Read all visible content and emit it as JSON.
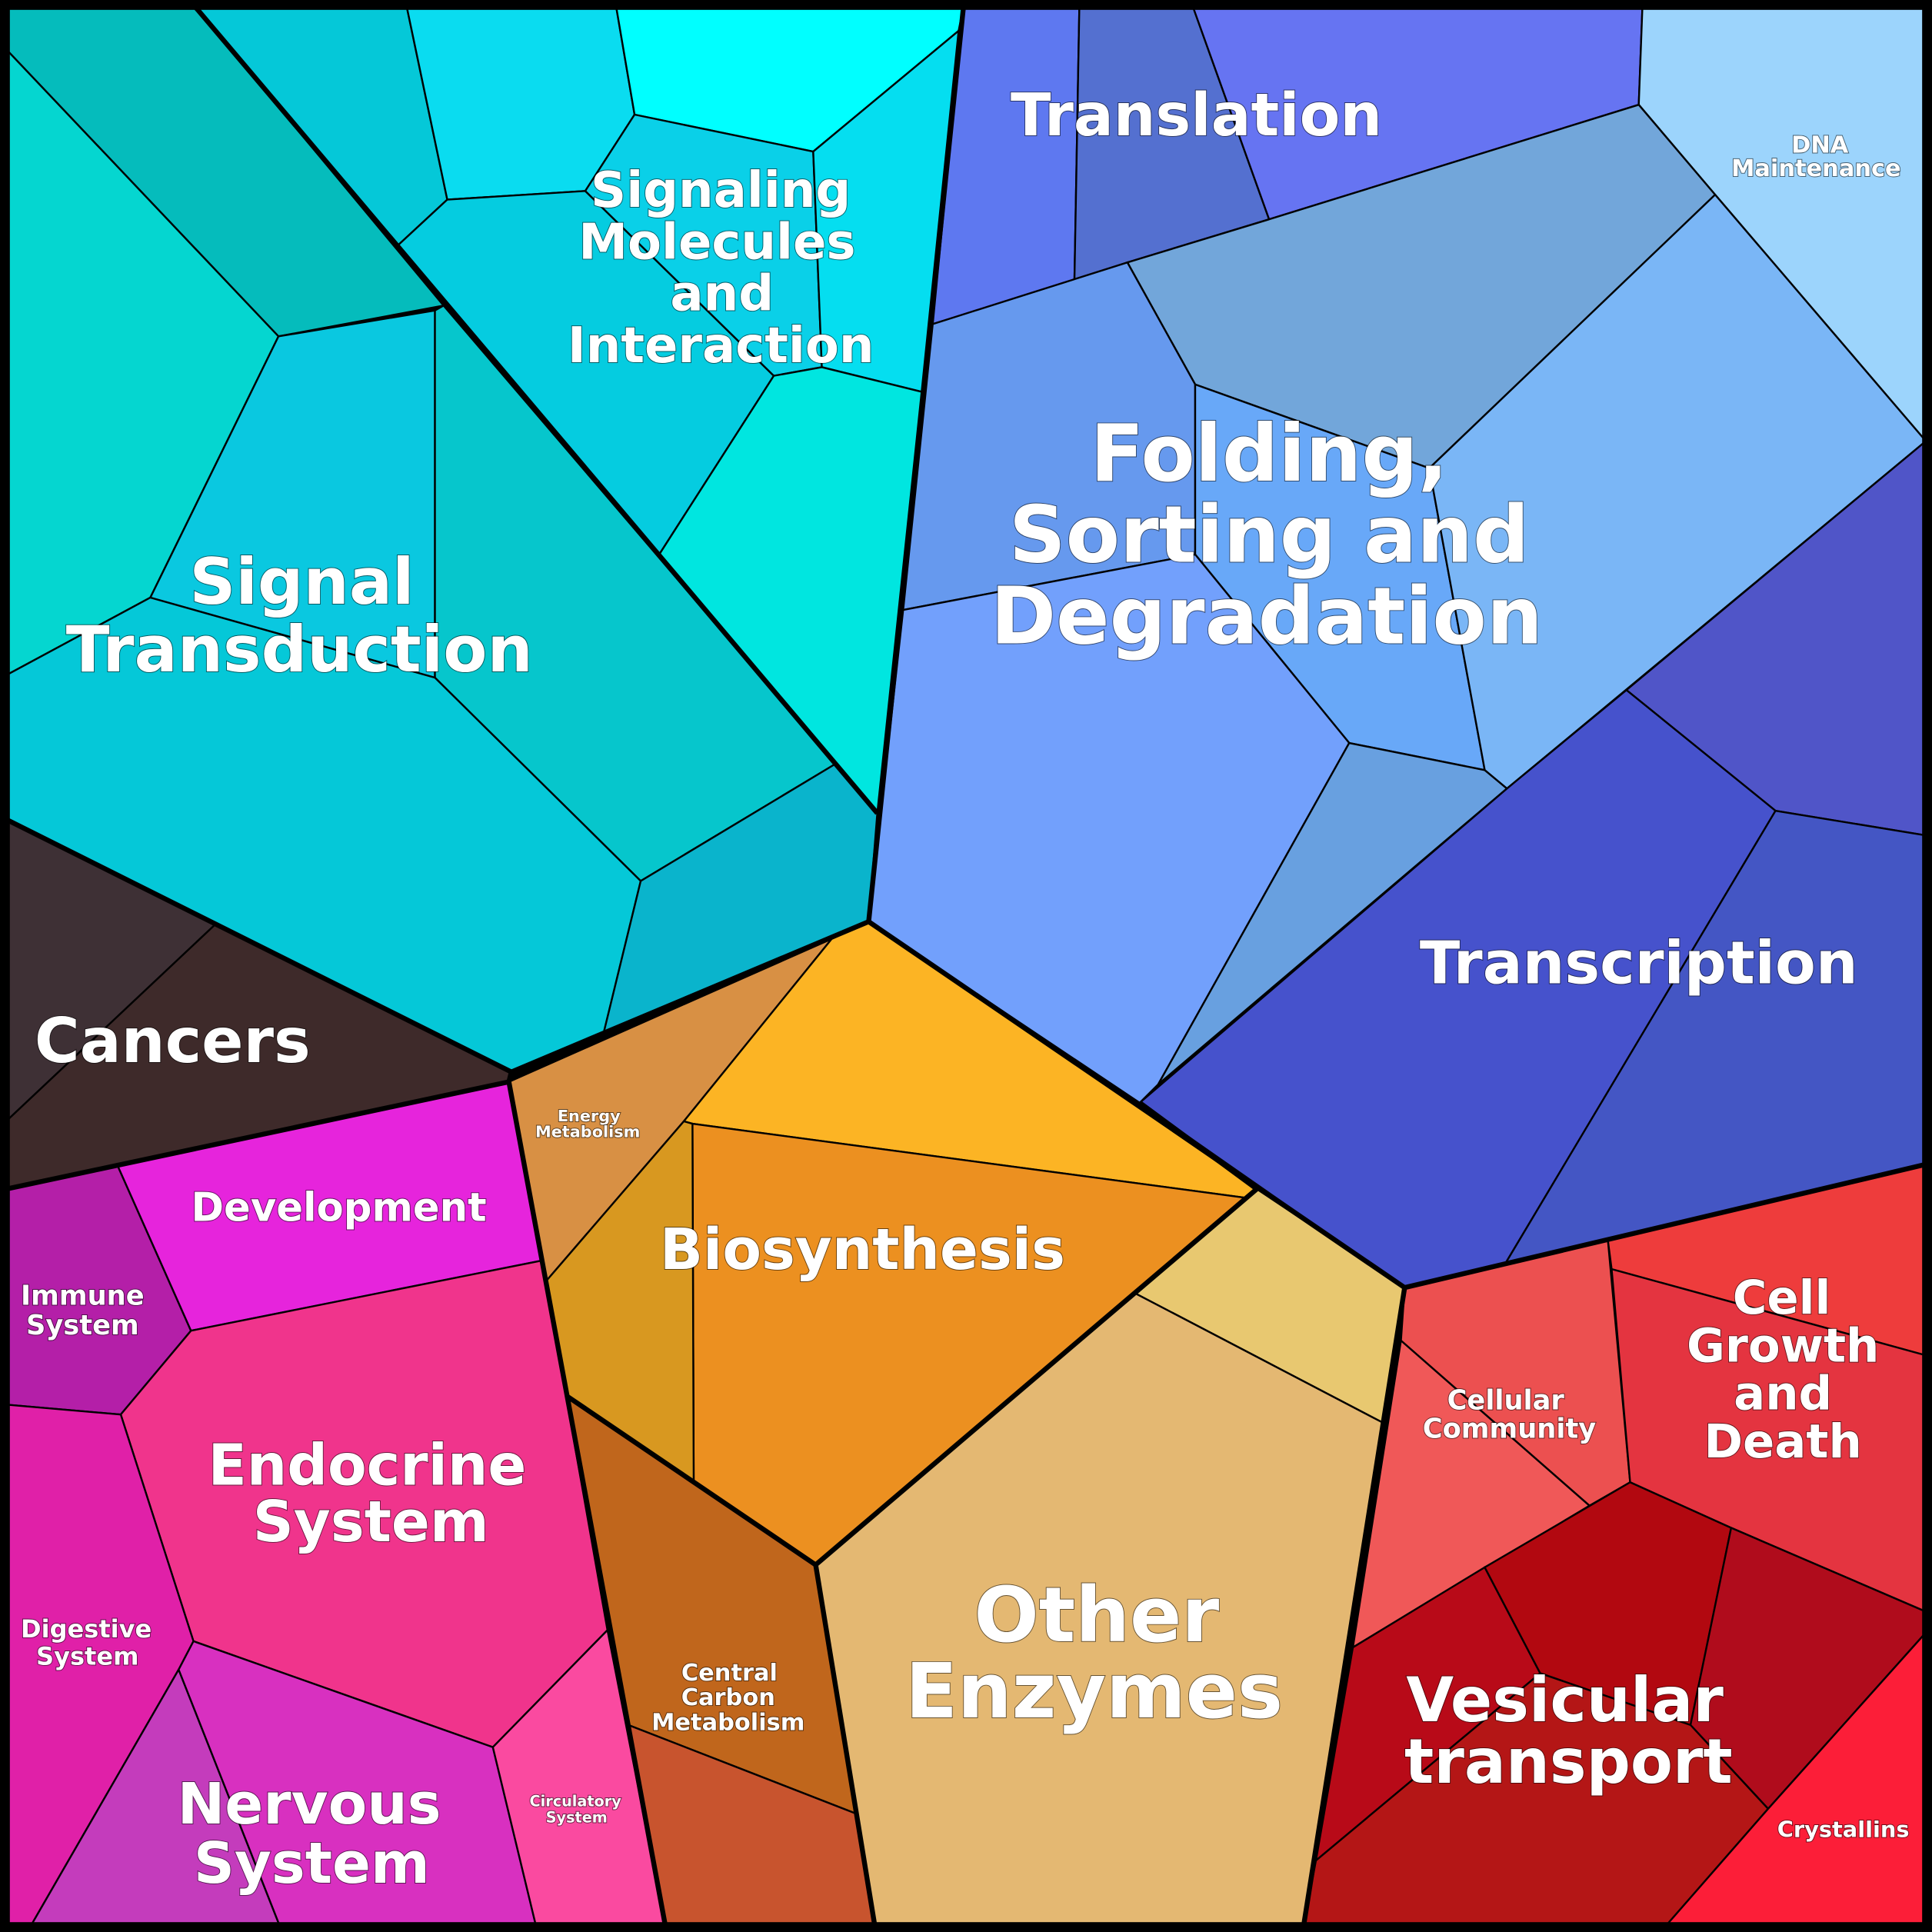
{
  "title": "Protein function Voronoi treemap",
  "colors": {
    "signal_transduction": "#05c8d8",
    "signaling_molecules": "#05cce0",
    "genetic_information": "#72a0fc",
    "transcription": "#4652cc",
    "cancers": "#3e2a2a",
    "organismal_systems": "#f0348c",
    "metabolism": "#ec9020",
    "other_enzymes": "#e4b872",
    "cellular_processes": "#e43440"
  },
  "labels": {
    "signal_transduction": [
      "Signal",
      "Transduction"
    ],
    "signaling_molecules": [
      "Signaling",
      "Molecules",
      "and",
      "Interaction"
    ],
    "translation": [
      "Translation"
    ],
    "dna_maintenance": [
      "DNA",
      "Maintenance"
    ],
    "folding": [
      "Folding,",
      "Sorting and",
      "Degradation"
    ],
    "transcription": [
      "Transcription"
    ],
    "cancers": [
      "Cancers"
    ],
    "energy_metabolism": [
      "Energy",
      "Metabolism"
    ],
    "biosynthesis": [
      "Biosynthesis"
    ],
    "development": [
      "Development"
    ],
    "immune_system": [
      "Immune",
      "System"
    ],
    "endocrine_system": [
      "Endocrine",
      "System"
    ],
    "digestive_system": [
      "Digestive",
      "System"
    ],
    "nervous_system": [
      "Nervous",
      "System"
    ],
    "circulatory_system": [
      "Circulatory",
      "System"
    ],
    "central_carbon": [
      "Central",
      "Carbon",
      "Metabolism"
    ],
    "other_enzymes": [
      "Other",
      "Enzymes"
    ],
    "cellular_community": [
      "Cellular",
      "Community"
    ],
    "cell_growth": [
      "Cell",
      "Growth",
      "and",
      "Death"
    ],
    "vesicular_transport": [
      "Vesicular",
      "transport"
    ],
    "crystallins": [
      "Crystallins"
    ]
  }
}
